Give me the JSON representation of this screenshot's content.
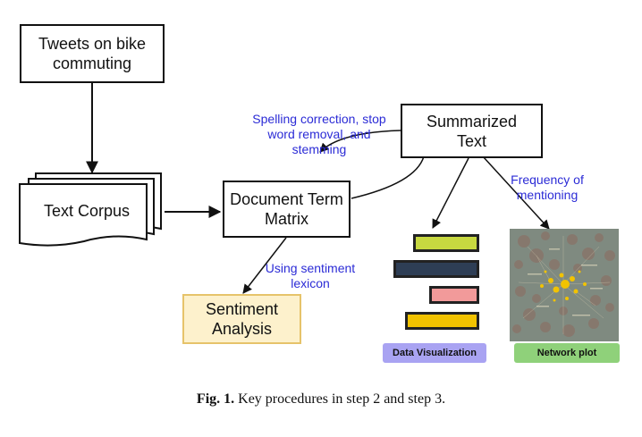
{
  "nodes": {
    "tweets": [
      "Tweets on bike",
      "commuting"
    ],
    "corpus": "Text Corpus",
    "dtm": [
      "Document Term",
      "Matrix"
    ],
    "summarized": [
      "Summarized",
      "Text"
    ],
    "sentiment": [
      "Sentiment",
      "Analysis"
    ]
  },
  "edge_labels": {
    "spelling": [
      "Spelling correction, stop",
      "word removal, and",
      "stemming"
    ],
    "lexicon": [
      "Using sentiment",
      "lexicon"
    ],
    "frequency": [
      "Frequency of",
      "mentioning"
    ]
  },
  "tags": {
    "data_viz": "Data Visualization",
    "network": "Network plot"
  },
  "caption": {
    "prefix": "Fig. 1.",
    "text": " Key procedures in step 2 and step 3."
  },
  "colors": {
    "label_blue": "#2b2bd6",
    "sentiment_fill": "#fdf1cc",
    "sentiment_border": "#e6c36a",
    "bar_lime": "#c7d840",
    "bar_navy": "#2e3e55",
    "bar_pink": "#f29a9a",
    "bar_yellow": "#f2c300",
    "tag_purple": "#a9a3f2",
    "tag_green": "#8fd17a",
    "network_bg": "#7f8a80"
  }
}
